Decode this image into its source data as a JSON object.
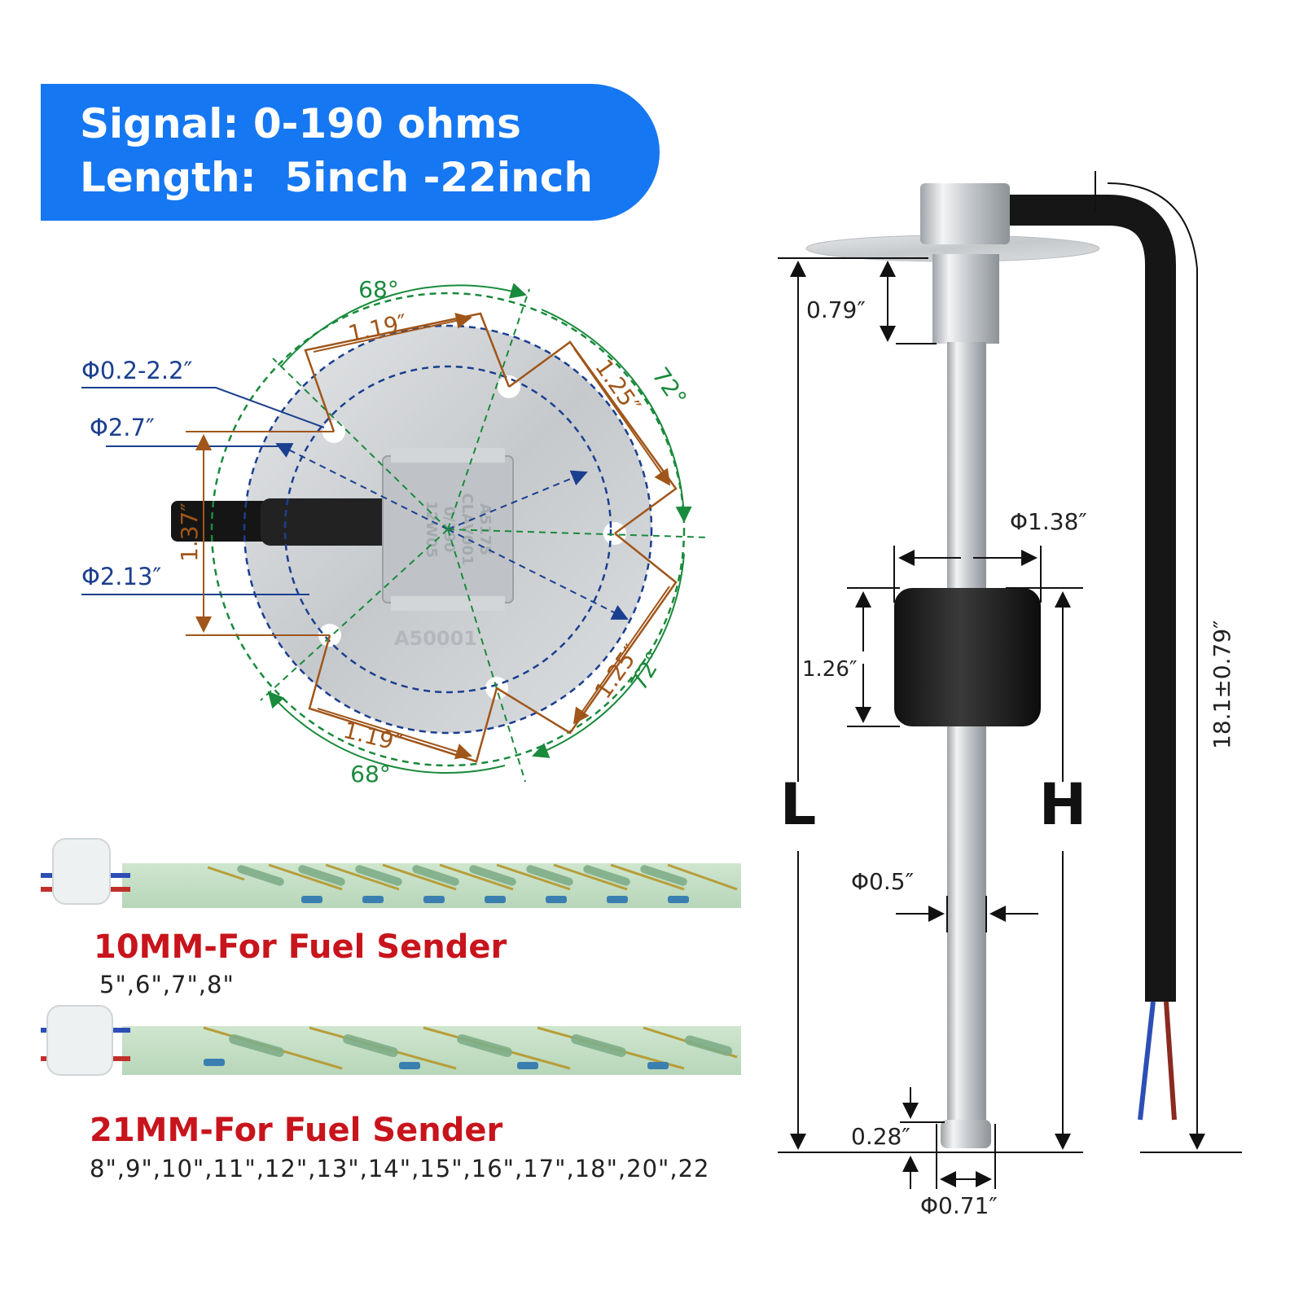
{
  "banner": {
    "signal": "Signal: 0-190 ohms",
    "length": "Length:  5inch -22inch"
  },
  "flange": {
    "angle_top": "68°",
    "angle_bottom": "68°",
    "angle_right_top": "72°",
    "angle_right_bottom": "72°",
    "arc_top": "1.19″",
    "arc_bottom": "1.19″",
    "arc_right_top": "1.25″",
    "arc_right_bottom": "1.25″",
    "hole_dia": "Φ0.2-2.2″",
    "outer_dia": "Φ2.7″",
    "inner_dia": "Φ2.13″",
    "height_mark": "1.37″",
    "body_code": "A50001",
    "label_line1": "A5175",
    "label_line2": "CLAV001",
    "label_line3": "0/190",
    "label_line4": "12W05"
  },
  "sensor": {
    "top_height": "0.79″",
    "float_dia": "Φ1.38″",
    "float_height": "1.26″",
    "rod_dia": "Φ0.5″",
    "end_height": "0.28″",
    "end_dia": "Φ0.71″",
    "label_L": "L",
    "label_H": "H",
    "cable_length": "18.1±0.79″"
  },
  "boards": {
    "board1_title": "10MM-For Fuel Sender",
    "board1_sizes": "5\",6\",7\",8\"",
    "board2_title": "21MM-For Fuel Sender",
    "board2_sizes": "8\",9\",10\",11\",12\",13\",14\",15\",16\",17\",18\",20\",22"
  },
  "colors": {
    "banner": "#1677f2",
    "green_dim": "#1a8a3c",
    "blue_dim": "#1b3f8f",
    "brown_dim": "#a0561a",
    "caption_red": "#c8141c"
  }
}
